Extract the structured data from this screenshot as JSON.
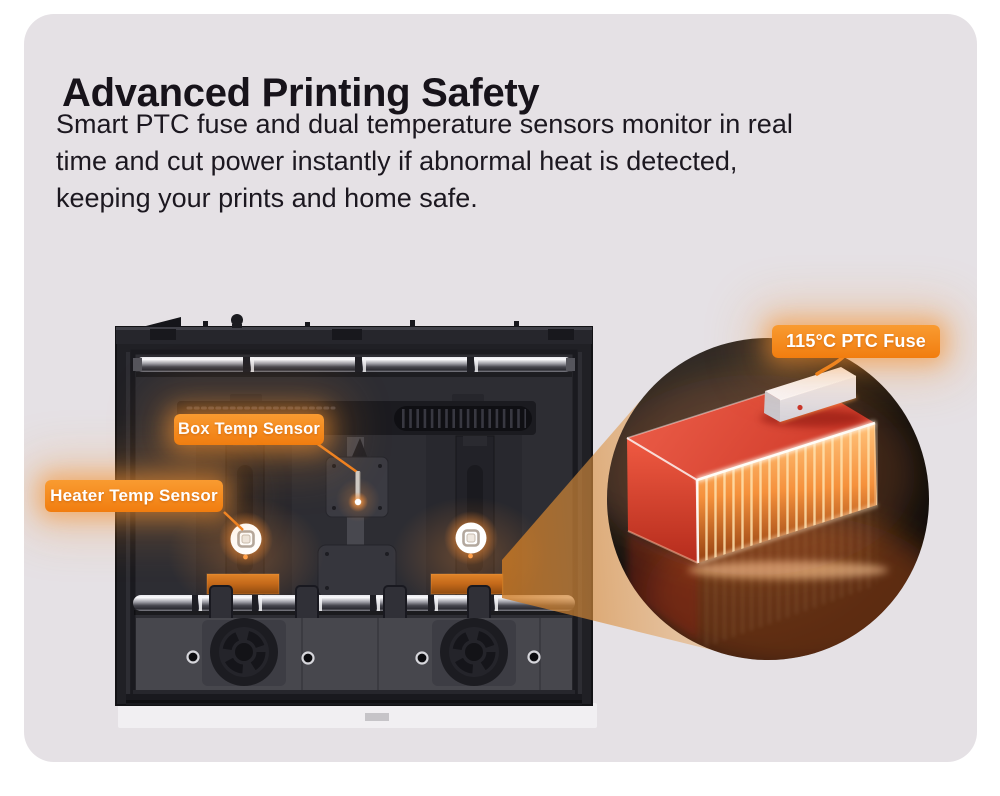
{
  "header": {
    "title": "Advanced Printing Safety",
    "description_lines": [
      "Smart PTC fuse and dual temperature sensors monitor in real",
      "time and cut power instantly if abnormal heat is detected,",
      "keeping your prints and home safe."
    ]
  },
  "callouts": {
    "ptc_fuse": {
      "label": "115°C PTC Fuse"
    },
    "box_temp_sensor": {
      "label": "Box Temp Sensor"
    },
    "heater_temp_sensor": {
      "label": "Heater Temp Sensor"
    }
  },
  "colors": {
    "accent_orange": "#F6871F",
    "card_background": "#E5E1E5",
    "heat_red": "#E2493B",
    "label_text": "#FFFFFF"
  }
}
